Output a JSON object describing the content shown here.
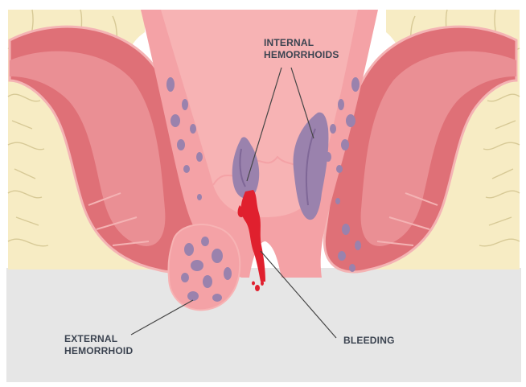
{
  "labels": {
    "internal_line1": "INTERNAL",
    "internal_line2": "HEMORRHOIDS",
    "external_line1": "EXTERNAL",
    "external_line2": "HEMORRHOID",
    "bleeding": "BLEEDING"
  },
  "colors": {
    "background": "#ffffff",
    "ground": "#e6e6e6",
    "fat_tissue": "#f7ecc4",
    "fat_lines": "#d7c996",
    "muscle": "#df7077",
    "muscle_light": "#ea8f94",
    "muscle_outline": "#f4b3b4",
    "mucosa": "#f4a2a6",
    "rectum_inner": "#f7b3b4",
    "hemorrhoid": "#9a82ad",
    "hemorrhoid_dark": "#7f6797",
    "blood": "#e0202e",
    "label_text": "#3b4350",
    "leader_line": "#454545"
  }
}
